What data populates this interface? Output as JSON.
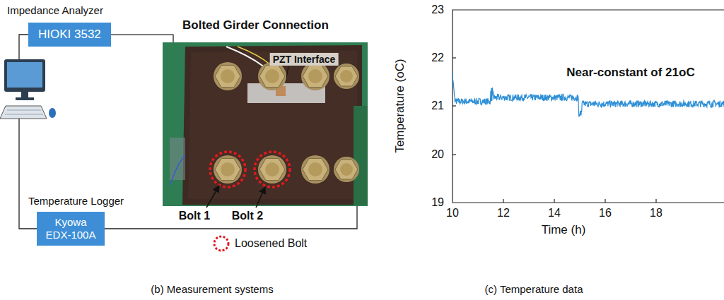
{
  "diagram": {
    "nodes": [
      {
        "text": [
          "Impedance Analyzer",
          "HIOKI 3532"
        ]
      },
      {
        "text": [
          "Bolted Girder Connection"
        ]
      },
      {
        "text": [
          "Temperature Logger",
          "Kyowa EDX-100A"
        ]
      }
    ],
    "edges": [
      {
        "from": 0,
        "to": 1,
        "arrow": "none"
      },
      {
        "from": 2,
        "to": 1,
        "arrow": "none"
      }
    ],
    "labels": [
      "PZT Interface",
      "Bolt 1",
      "Bolt 2",
      "23",
      "22",
      "21",
      "20",
      "19",
      "10",
      "12",
      "14",
      "16",
      "18",
      "Temperature (oC)",
      "Time (h)",
      "Near-constant of 21oC",
      "(b) Measurement systems",
      "(c) Temperature data"
    ],
    "legend": [
      {
        "text": "Loosened Bolt"
      }
    ]
  }
}
